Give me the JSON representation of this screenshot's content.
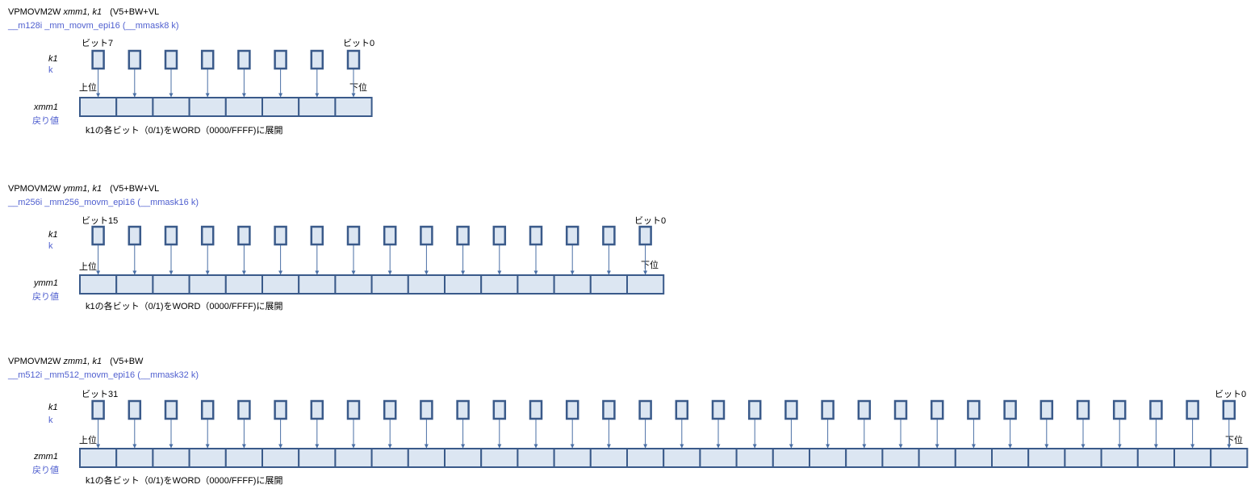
{
  "colors": {
    "box_fill": "#dce6f2",
    "box_stroke": "#3a5a8a",
    "arrow": "#4a6fa5",
    "blue_text": "#4f5fcf",
    "black_text": "#000000"
  },
  "sections": [
    {
      "instr": "VPMOVM2W",
      "operands": "xmm1, k1",
      "ext": "(V5+BW+VL",
      "intrinsic": "__m128i _mm_movm_epi16  (__mmask8 k)",
      "mask_label": "k1",
      "mask_sub": "k",
      "dest_label": "xmm1",
      "dest_sub": "戻り値",
      "bit_high": "ビット7",
      "bit_low": "ビット0",
      "upper": "上位",
      "lower": "下位",
      "caption": "k1の各ビット（0/1)をWORD（0000/FFFF)に展開",
      "count": 8
    },
    {
      "instr": "VPMOVM2W",
      "operands": "ymm1, k1",
      "ext": "(V5+BW+VL",
      "intrinsic": "__m256i _mm256_movm_epi16  (__mmask16 k)",
      "mask_label": "k1",
      "mask_sub": "k",
      "dest_label": "ymm1",
      "dest_sub": "戻り値",
      "bit_high": "ビット15",
      "bit_low": "ビット0",
      "upper": "上位",
      "lower": "下位",
      "caption": "k1の各ビット（0/1)をWORD（0000/FFFF)に展開",
      "count": 16
    },
    {
      "instr": "VPMOVM2W",
      "operands": "zmm1, k1",
      "ext": "(V5+BW",
      "intrinsic": "__m512i _mm512_movm_epi16  (__mmask32 k)",
      "mask_label": "k1",
      "mask_sub": "k",
      "dest_label": "zmm1",
      "dest_sub": "戻り値",
      "bit_high": "ビット31",
      "bit_low": "ビット0",
      "upper": "上位",
      "lower": "下位",
      "caption": "k1の各ビット（0/1)をWORD（0000/FFFF)に展開",
      "count": 32
    }
  ]
}
